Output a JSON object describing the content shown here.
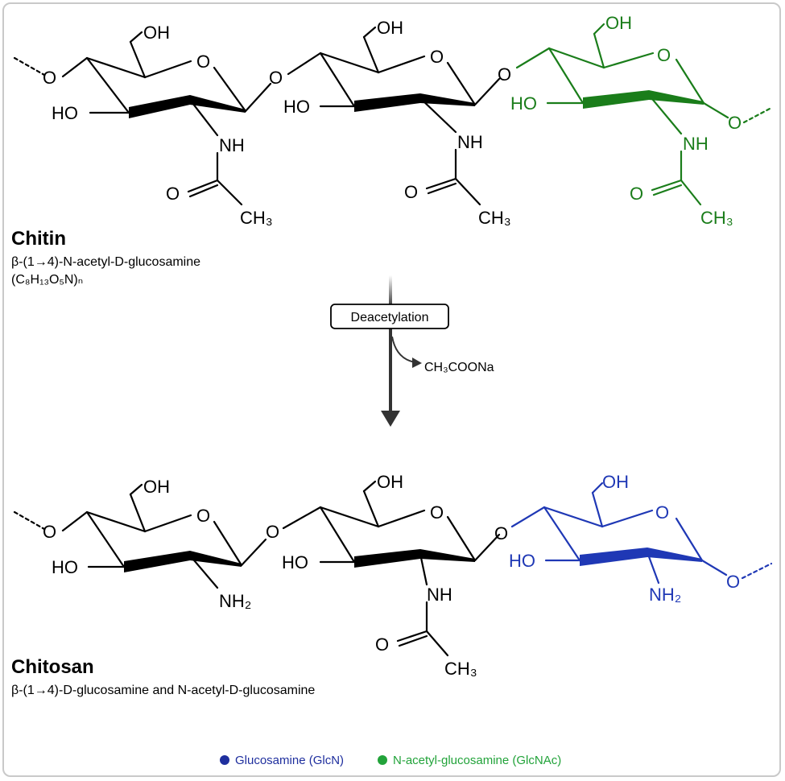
{
  "colors": {
    "black": "#000000",
    "green": "#1a7d1a",
    "blue": "#1f38b5",
    "legend_green": "#22a33a",
    "legend_blue": "#1f2f9e",
    "arrow": "#333333"
  },
  "chitin": {
    "title": "Chitin",
    "subtitle": "β-(1→4)-N-acetyl-D-glucosamine",
    "formula": "(C₈H₁₃O₅N)ₙ"
  },
  "chitosan": {
    "title": "Chitosan",
    "subtitle": "β-(1→4)-D-glucosamine and N-acetyl-D-glucosamine"
  },
  "reaction": {
    "label": "Deacetylation",
    "byproduct": "CH₃COONa"
  },
  "atoms": {
    "O": "O",
    "OH": "OH",
    "HO": "HO",
    "NH": "NH",
    "NH2": "NH₂",
    "CH3": "CH₃"
  },
  "legend": {
    "glucosamine": "Glucosamine (GlcN)",
    "glcnac": "N-acetyl-glucosamine (GlcNAc)"
  }
}
